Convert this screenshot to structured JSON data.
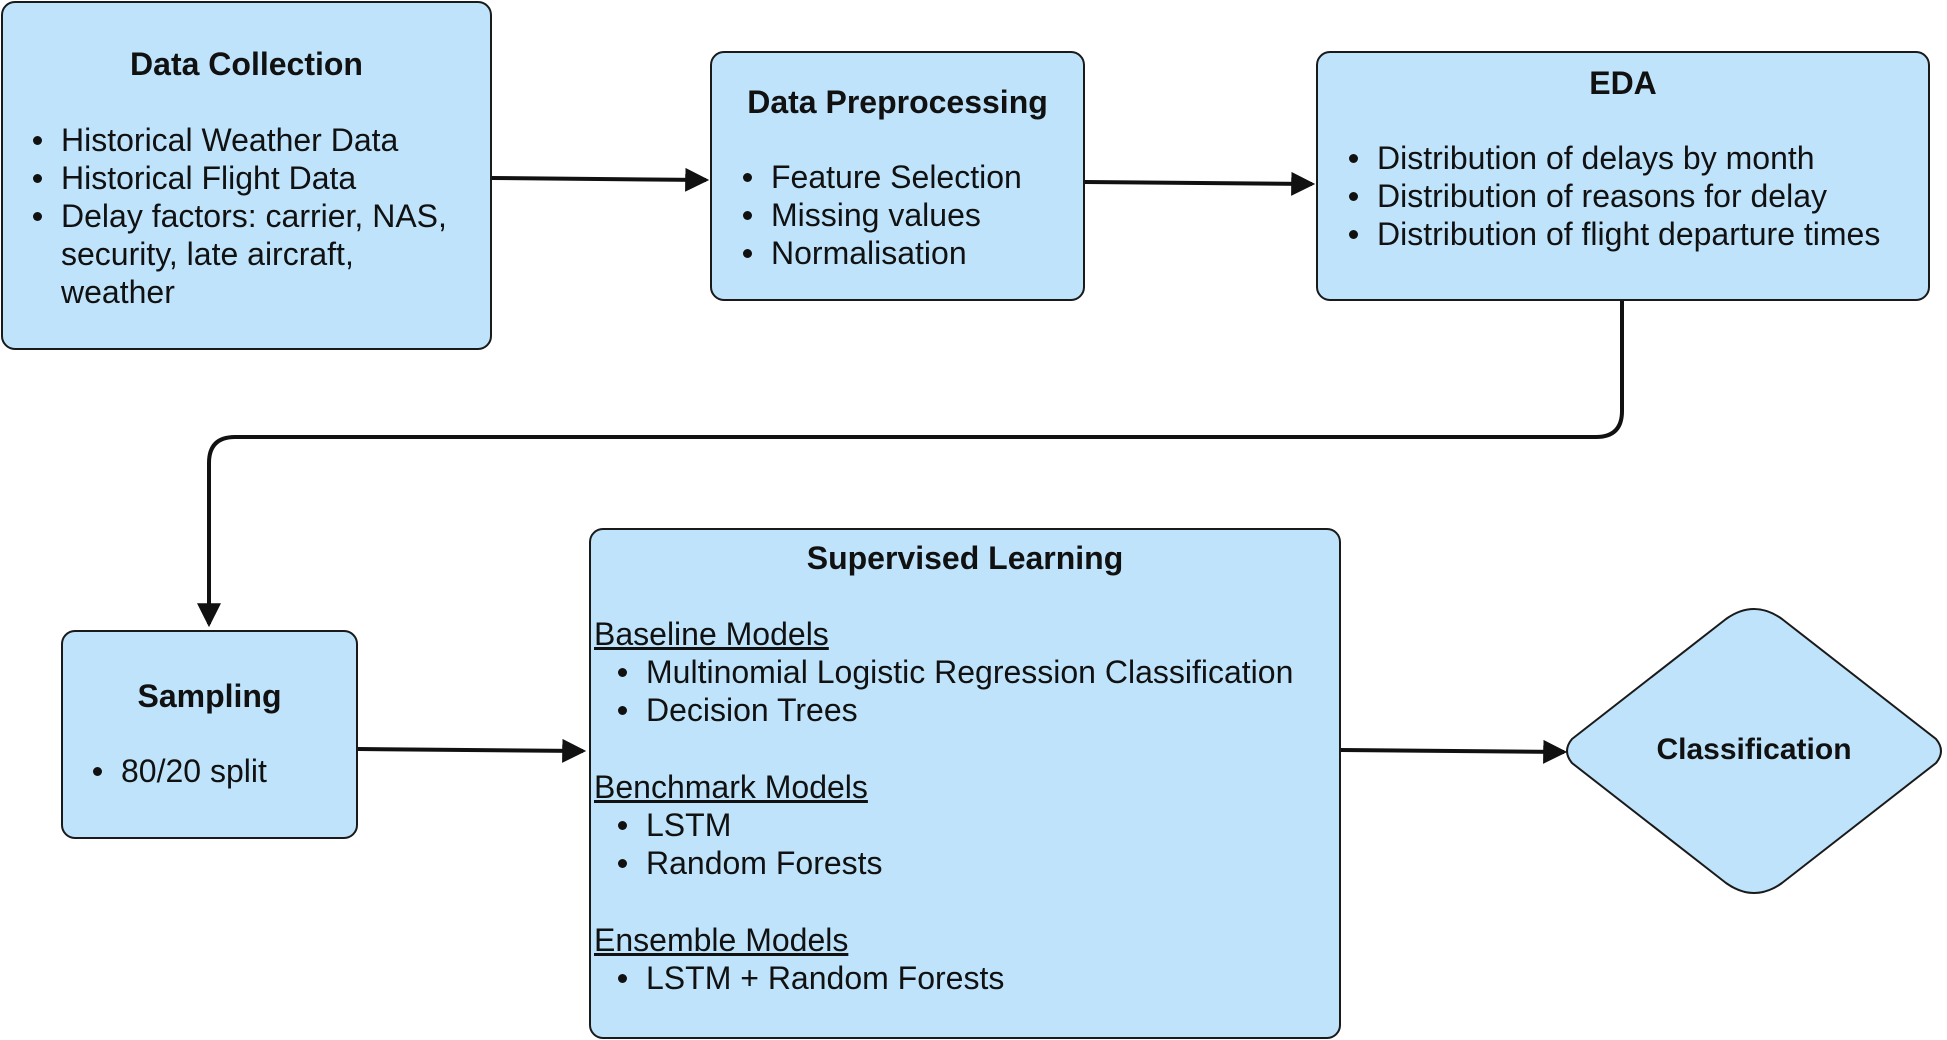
{
  "colors": {
    "box_fill": "#bee3fb",
    "outline": "#1a1a1a",
    "text": "#111111",
    "background": "#ffffff"
  },
  "boxes": {
    "data_collection": {
      "title": "Data Collection",
      "items": [
        "Historical Weather Data",
        "Historical Flight Data",
        "Delay factors: carrier, NAS,",
        "security, late aircraft,",
        "weather"
      ]
    },
    "data_preprocessing": {
      "title": "Data Preprocessing",
      "items": [
        "Feature Selection",
        "Missing values",
        "Normalisation"
      ]
    },
    "eda": {
      "title": "EDA",
      "items": [
        "Distribution of delays by month",
        "Distribution of reasons for delay",
        "Distribution of flight departure times"
      ]
    },
    "sampling": {
      "title": "Sampling",
      "items": [
        "80/20 split"
      ]
    },
    "supervised_learning": {
      "title": "Supervised Learning",
      "groups": [
        {
          "heading": "Baseline Models",
          "items": [
            "Multinomial Logistic Regression Classification",
            "Decision Trees"
          ]
        },
        {
          "heading": "Benchmark Models",
          "items": [
            "LSTM",
            "Random Forests"
          ]
        },
        {
          "heading": "Ensemble Models",
          "items": [
            "LSTM + Random Forests"
          ]
        }
      ]
    }
  },
  "decision": {
    "label": "Classification",
    "shape": "diamond"
  },
  "edges": [
    {
      "from": "Data Collection",
      "to": "Data Preprocessing"
    },
    {
      "from": "Data Preprocessing",
      "to": "EDA"
    },
    {
      "from": "EDA",
      "to": "Sampling"
    },
    {
      "from": "Sampling",
      "to": "Supervised Learning"
    },
    {
      "from": "Supervised Learning",
      "to": "Classification"
    }
  ]
}
